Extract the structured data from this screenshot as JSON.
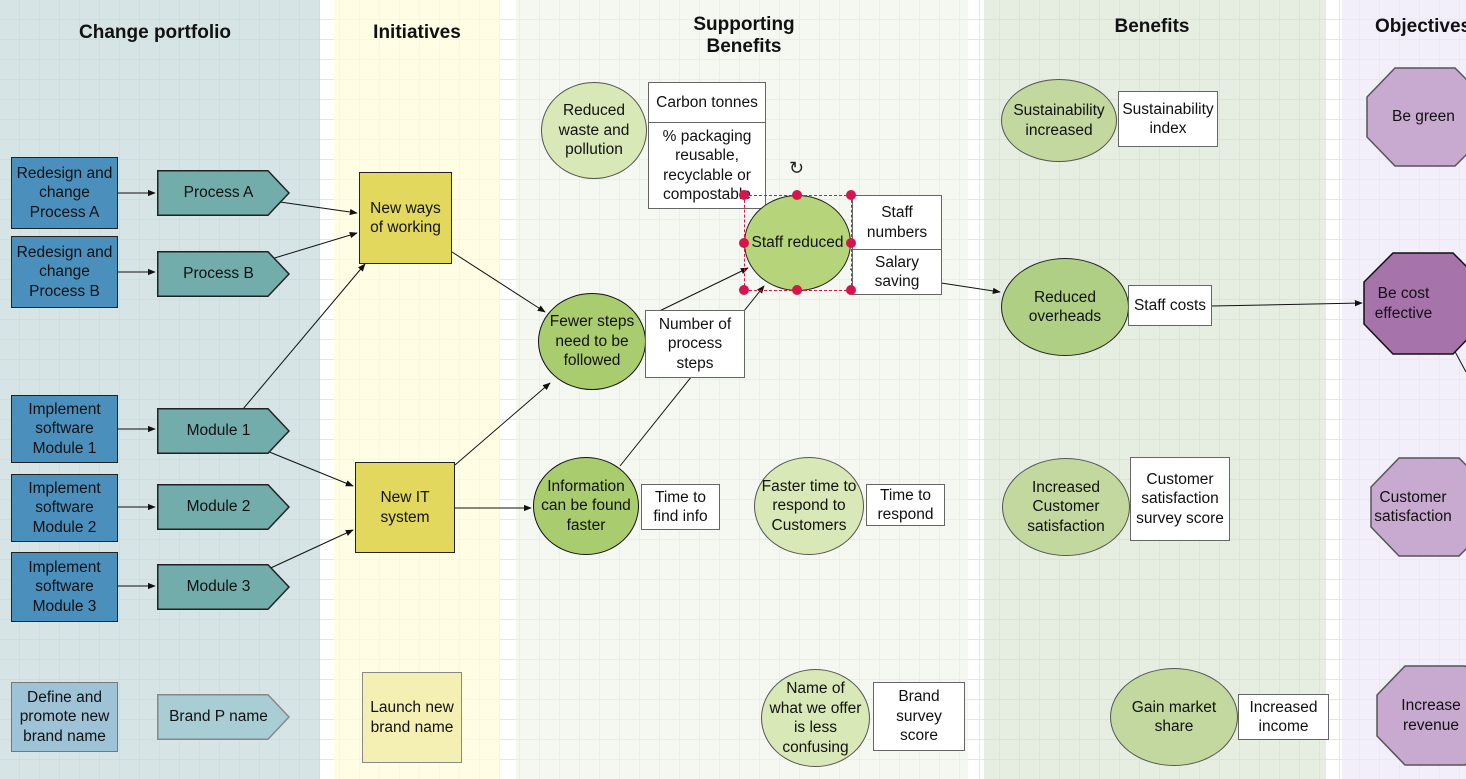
{
  "lanes": {
    "change_portfolio": "Change portfolio",
    "initiatives": "Initiatives",
    "supporting_benefits": "Supporting\nBenefits",
    "benefits": "Benefits",
    "objectives": "Objectives"
  },
  "change_items": {
    "redesign_a": "Redesign and change Process A",
    "redesign_b": "Redesign and change Process B",
    "impl_1": "Implement software Module 1",
    "impl_2": "Implement software Module 2",
    "impl_3": "Implement software Module 3",
    "define_brand": "Define and promote new brand name"
  },
  "deliverables": {
    "process_a": "Process A",
    "process_b": "Process B",
    "module_1": "Module 1",
    "module_2": "Module 2",
    "module_3": "Module 3",
    "brand_p": "Brand P name"
  },
  "initiatives": {
    "new_ways": "New ways of working",
    "new_it": "New IT system",
    "launch_brand": "Launch new brand name"
  },
  "supporting": {
    "reduced_waste": "Reduced waste and pollution",
    "carbon": "Carbon tonnes",
    "packaging": "% packaging reusable, recyclable or compostable",
    "staff_reduced": "Staff reduced",
    "staff_numbers": "Staff numbers",
    "salary_saving": "Salary saving",
    "fewer_steps": "Fewer steps need to be followed",
    "num_steps": "Number of process steps",
    "info_found": "Information can be found faster",
    "time_info": "Time to find info",
    "faster_time": "Faster time to respond to Customers",
    "time_respond": "Time to respond",
    "name_offer": "Name of what we offer is less confusing",
    "brand_survey": "Brand survey score"
  },
  "benefits": {
    "sustainability": "Sustainability increased",
    "sustainability_index": "Sustainability index",
    "reduced_overheads": "Reduced overheads",
    "staff_costs": "Staff costs",
    "customer_sat": "Increased Customer satisfaction",
    "survey_score": "Customer satisfaction survey score",
    "market_share": "Gain market share",
    "increased_income": "Increased income"
  },
  "objectives": {
    "be_green": "Be green",
    "cost_effective": "Be cost effective",
    "customer_sat": "Customer satisfaction",
    "increase_revenue": "Increase revenue"
  },
  "colors": {
    "lane_change": "#d6e4e6",
    "lane_initiatives": "#fdfce8",
    "lane_supporting": "#f0f5ec",
    "lane_benefits": "#e2eadc",
    "lane_objectives": "#f1eef7",
    "portfolio_blue": "#4b8fbc",
    "deliverable_teal": "#72acab",
    "initiative_yellow": "#e1d85d",
    "objective_purple": "#c8a9d0",
    "objective_dark": "#a673ab",
    "selection": "#d6154f"
  }
}
